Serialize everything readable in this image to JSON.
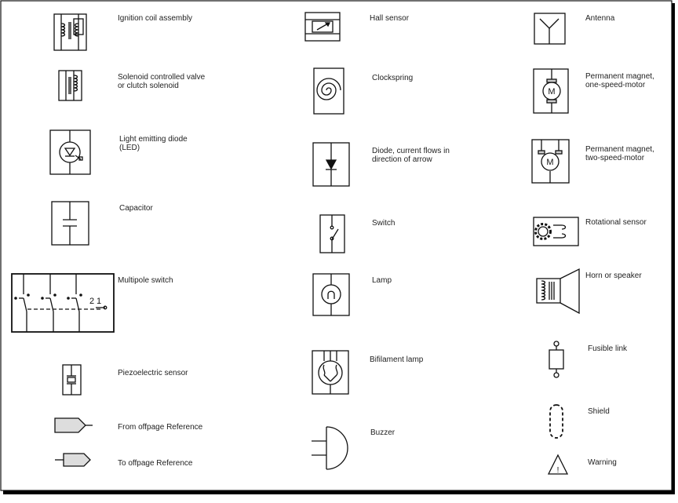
{
  "colors": {
    "ink": "#111111",
    "shadow": "#000000",
    "paper": "#ffffff",
    "fill_light": "#dddddd",
    "fill_mid": "#cccccc"
  },
  "symbols": {
    "ignition_coil": {
      "label": "Ignition coil assembly"
    },
    "solenoid_valve": {
      "label_line1": "Solenoid controlled valve",
      "label_line2": "or clutch solenoid"
    },
    "led": {
      "label_line1": "Light emitting diode",
      "label_line2": "(LED)"
    },
    "capacitor": {
      "label": "Capacitor"
    },
    "multipole_switch": {
      "label": "Multipole switch",
      "pos_2": "2",
      "pos_1": "1"
    },
    "piezo_sensor": {
      "label": "Piezoelectric sensor"
    },
    "from_offpage": {
      "label": "From offpage Reference"
    },
    "to_offpage": {
      "label": "To offpage Reference"
    },
    "hall_sensor": {
      "label": "Hall sensor"
    },
    "clockspring": {
      "label": "Clockspring"
    },
    "diode": {
      "label_line1": "Diode, current flows in",
      "label_line2": "direction of arrow"
    },
    "switch": {
      "label": "Switch"
    },
    "lamp": {
      "label": "Lamp"
    },
    "bifilament_lamp": {
      "label": "Bifilament lamp"
    },
    "buzzer": {
      "label": "Buzzer"
    },
    "antenna": {
      "label": "Antenna"
    },
    "pm_one_speed_motor": {
      "label_line1": "Permanent magnet,",
      "label_line2": "one-speed-motor",
      "motor_letter": "M"
    },
    "pm_two_speed_motor": {
      "label_line1": "Permanent magnet,",
      "label_line2": "two-speed-motor",
      "motor_letter": "M"
    },
    "rotational_sensor": {
      "label": "Rotational sensor"
    },
    "horn_speaker": {
      "label": "Horn or speaker"
    },
    "fusible_link": {
      "label": "Fusible link"
    },
    "shield": {
      "label": "Shield"
    },
    "warning": {
      "label": "Warning",
      "mark": "!"
    }
  }
}
